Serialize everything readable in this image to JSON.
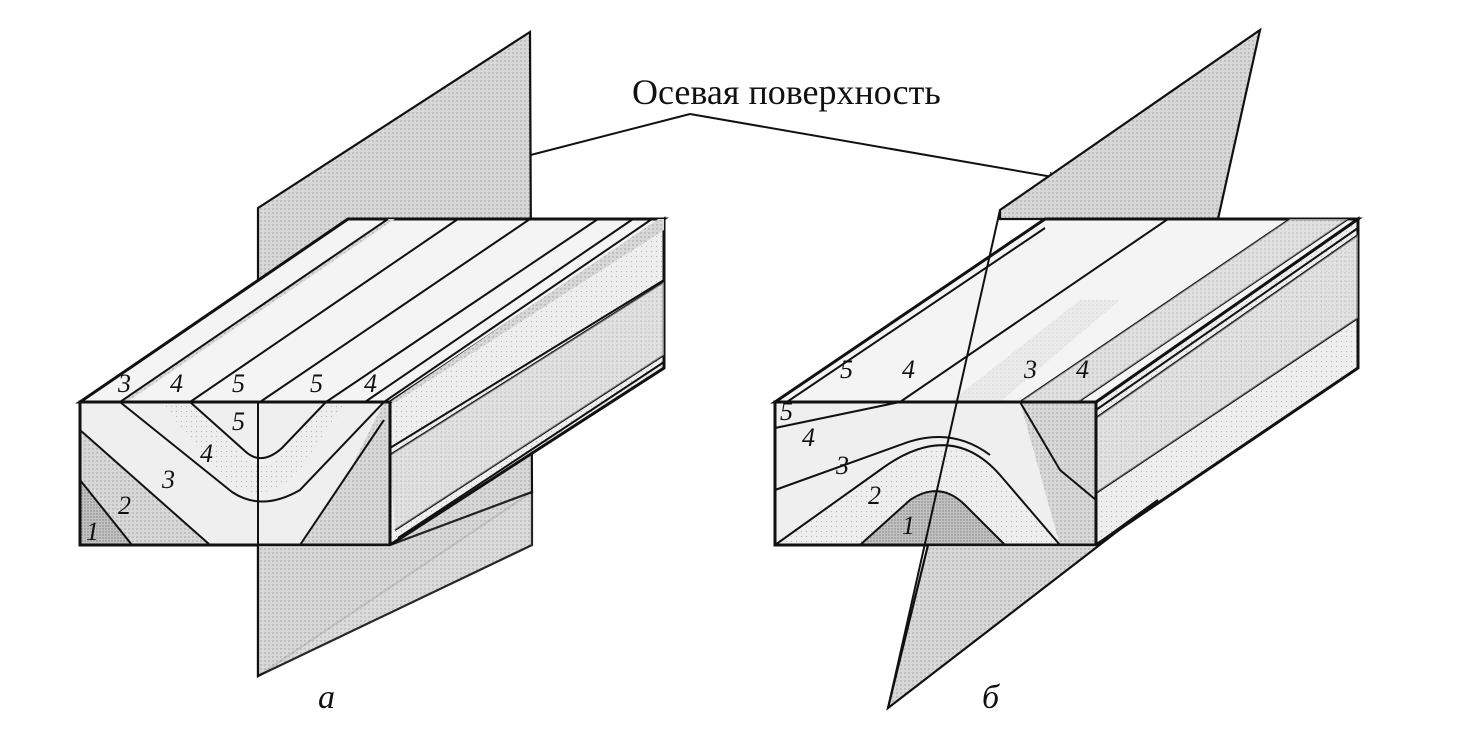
{
  "diagram": {
    "caption": "Осевая поверхность",
    "colors": {
      "background": "#ffffff",
      "plane_fill": "#cfcfcf",
      "layer_dark": "#bcbcbc",
      "layer_mid": "#d9d9d9",
      "layer_light": "#ececec",
      "top_face": "#f1f1f1",
      "side_face": "#d4d4d4",
      "line": "#111111"
    },
    "figures": [
      {
        "id": "a",
        "sublabel": "а",
        "kind": "syncline",
        "top_labels": [
          "3",
          "4",
          "5",
          "5",
          "4"
        ],
        "front_labels": [
          "5",
          "4",
          "3",
          "2",
          "1"
        ]
      },
      {
        "id": "b",
        "sublabel": "б",
        "kind": "anticline",
        "top_labels": [
          "5",
          "4",
          "3",
          "4"
        ],
        "front_labels": [
          "5",
          "4",
          "3",
          "2",
          "1"
        ]
      }
    ]
  }
}
